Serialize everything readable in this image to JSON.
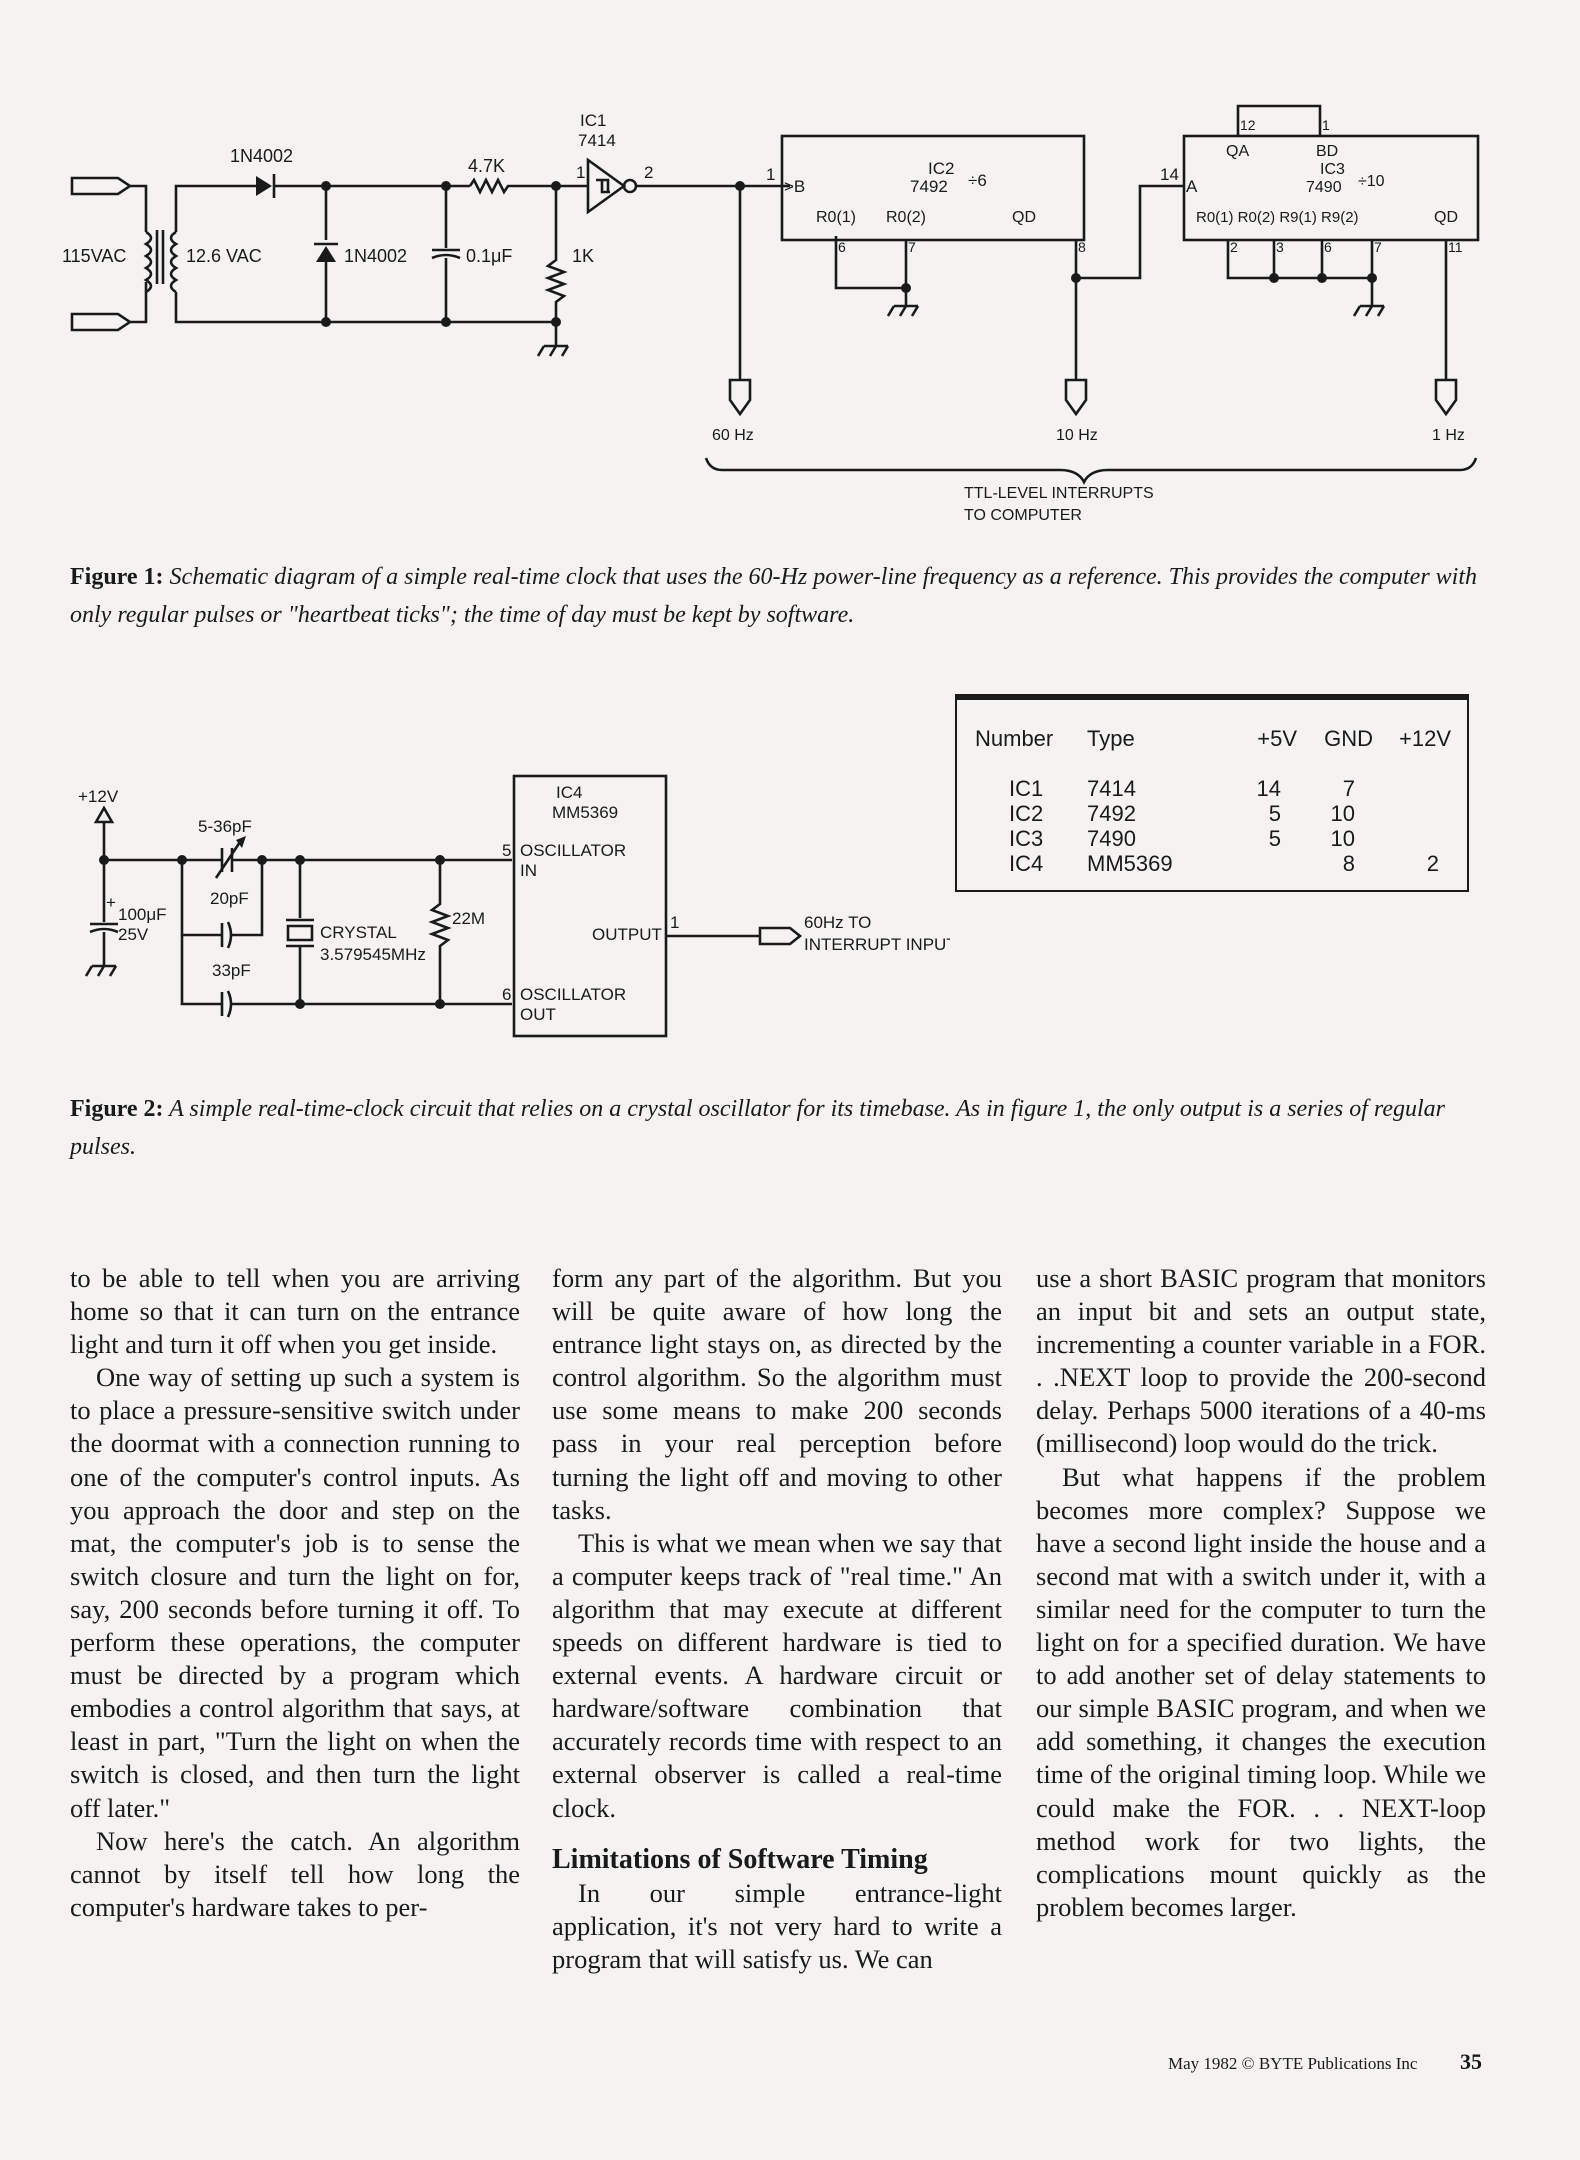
{
  "figure1": {
    "labels": {
      "mains": "115VAC",
      "secondary": "12.6 VAC",
      "diode_top": "1N4002",
      "diode_bottom": "1N4002",
      "resistor_series": "4.7K",
      "capacitor": "0.1μF",
      "resistor_shunt": "1K",
      "ic1_name": "IC1",
      "ic1_part": "7414",
      "ic1_pin_in": "1",
      "ic1_pin_out": "2",
      "ic2_name": "IC2",
      "ic2_part": "7492",
      "ic2_div": "÷6",
      "ic2_pin_b_num": "1",
      "ic2_pin_b": ">B",
      "ic2_r1": "R0(1)",
      "ic2_r2": "R0(2)",
      "ic2_qd": "QD",
      "ic2_p6": "6",
      "ic2_p7": "7",
      "ic2_p8": "8",
      "ic3_name": "IC3",
      "ic3_part": "7490",
      "ic3_div": "÷10",
      "ic3_pin_a_num": "14",
      "ic3_pin_a": "A",
      "ic3_qa": "QA",
      "ic3_bd": "BD",
      "ic3_p12": "12",
      "ic3_p1": "1",
      "ic3_resets": "R0(1) R0(2) R9(1) R9(2)",
      "ic3_qd": "QD",
      "ic3_p2": "2",
      "ic3_p3": "3",
      "ic3_p6": "6",
      "ic3_p7": "7",
      "ic3_p11": "11",
      "out1": "60 Hz",
      "out2": "10 Hz",
      "out3": "1 Hz",
      "brace_line1": "TTL-LEVEL INTERRUPTS",
      "brace_line2": "TO COMPUTER"
    },
    "caption_label": "Figure 1:",
    "caption_text": "Schematic diagram of a simple real-time clock that uses the 60-Hz power-line frequency as a reference. This provides the computer with only regular pulses or \"heartbeat ticks\"; the time of day must be kept by software."
  },
  "figure2": {
    "labels": {
      "supply": "+12V",
      "trimmer": "5-36pF",
      "cap20": "20pF",
      "cap33": "33pF",
      "cap100_plus": "+",
      "cap100_value": "100μF",
      "cap100_voltage": "25V",
      "crystal_name": "CRYSTAL",
      "crystal_freq": "3.579545MHz",
      "resistor": "22M",
      "ic4_name": "IC4",
      "ic4_part": "MM5369",
      "pin5": "5",
      "osc_in_1": "OSCILLATOR",
      "osc_in_2": "IN",
      "pin6": "6",
      "osc_out_1": "OSCILLATOR",
      "osc_out_2": "OUT",
      "output": "OUTPUT",
      "pin1": "1",
      "dest1": "60Hz TO",
      "dest2": "INTERRUPT INPUT"
    },
    "caption_label": "Figure 2:",
    "caption_text": "A simple real-time-clock circuit that relies on a crystal oscillator for its timebase. As in figure 1, the only output is a series of regular pulses."
  },
  "pin_table": {
    "headers": [
      "Number",
      "Type",
      "+5V",
      "GND",
      "+12V"
    ],
    "rows": [
      [
        "IC1",
        "7414",
        "14",
        "7",
        ""
      ],
      [
        "IC2",
        "7492",
        "5",
        "10",
        ""
      ],
      [
        "IC3",
        "7490",
        "5",
        "10",
        ""
      ],
      [
        "IC4",
        "MM5369",
        "",
        "8",
        "2"
      ]
    ]
  },
  "body": {
    "col1": [
      "to be able to tell when you are arriving home so that it can turn on the entrance light and turn it off when you get inside.",
      "One way of setting up such a system is to place a pressure-sensitive switch under the doormat with a connection running to one of the computer's control inputs. As you approach the door and step on the mat, the computer's job is to sense the switch closure and turn the light on for, say, 200 seconds before turning it off. To perform these operations, the computer must be directed by a program which embodies a control algorithm that says, at least in part, \"Turn the light on when the switch is closed, and then turn the light off later.\"",
      "Now here's the catch. An algorithm cannot by itself tell how long the computer's hardware takes to per-"
    ],
    "col2": [
      "form any part of the algorithm. But you will be quite aware of how long the entrance light stays on, as directed by the control algorithm. So the algorithm must use some means to make 200 seconds pass in your real perception before turning the light off and moving to other tasks.",
      "This is what we mean when we say that a computer keeps track of \"real time.\" An algorithm that may execute at different speeds on different hardware is tied to external events. A hardware circuit or hardware/software combination that accurately records time with respect to an external observer is called a real-time clock."
    ],
    "col2_heading": "Limitations of Software Timing",
    "col2_after": "In our simple entrance-light application, it's not very hard to write a program that will satisfy us. We can",
    "col3": [
      "use a short BASIC program that monitors an input bit and sets an output state, incrementing a counter variable in a FOR. . .NEXT loop to provide the 200-second delay. Perhaps 5000 iterations of a 40-ms (millisecond) loop would do the trick.",
      "But what happens if the problem becomes more complex? Suppose we have a second light inside the house and a second mat with a switch under it, with a similar need for the computer to turn the light on for a specified duration. We have to add another set of delay statements to our simple BASIC program, and when we add something, it changes the execution time of the original timing loop. While we could make the FOR. . . NEXT-loop method work for two lights, the complications mount quickly as the problem becomes larger."
    ]
  },
  "footer": {
    "text": "May 1982 © BYTE Publications Inc",
    "page": "35"
  }
}
